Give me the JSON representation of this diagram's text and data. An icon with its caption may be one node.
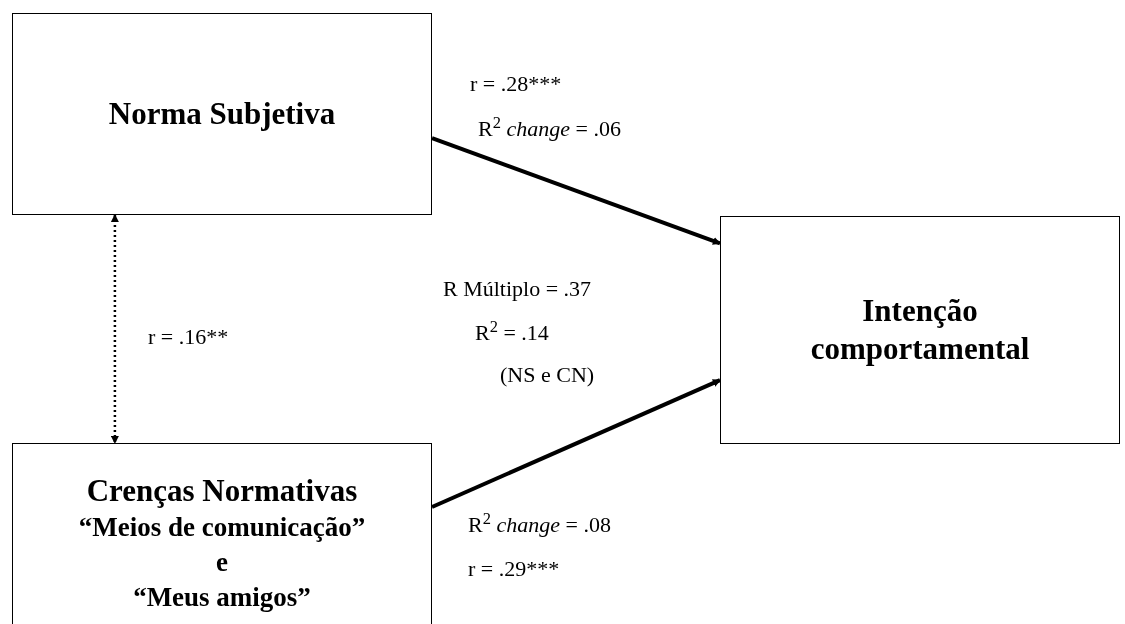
{
  "diagram": {
    "nodes": [
      {
        "text": [
          "Norma Subjetiva"
        ]
      },
      {
        "text": [
          "Crenças Normativas",
          "“Meios de comunicação”",
          "e",
          "“Meus amigos”"
        ]
      },
      {
        "text": [
          "Intenção comportamental"
        ]
      }
    ],
    "edges": [
      {
        "from": 0,
        "to": 1,
        "arrow": "both",
        "style": "dashed",
        "label": "r = .16**"
      },
      {
        "from": 0,
        "to": 2,
        "arrow": "to"
      },
      {
        "from": 1,
        "to": 2,
        "arrow": "to"
      }
    ],
    "labels": [
      "r = .28***",
      "R$^{2}$ *change* = .06",
      "R Múltiplo = .37",
      "R$^{2}$ = .14",
      "(NS e CN)",
      "R$^{2}$ *change* = .08",
      "r = .29***"
    ]
  }
}
